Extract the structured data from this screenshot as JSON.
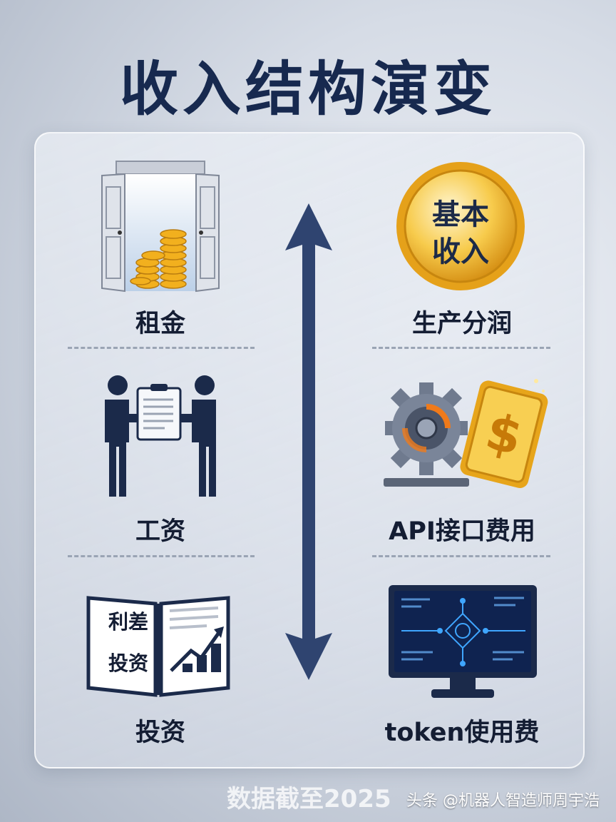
{
  "title": "收入结构演变",
  "left_column": {
    "items": [
      {
        "label": "租金",
        "icon": "door-coins-icon"
      },
      {
        "label": "工资",
        "icon": "handshake-contract-icon"
      },
      {
        "label": "投资",
        "icon": "book-growth-icon",
        "book_text": [
          "利差",
          "投资"
        ]
      }
    ]
  },
  "right_column": {
    "items": [
      {
        "label": "生产分润",
        "icon": "basic-income-coin-icon",
        "coin_text": [
          "基本",
          "收入"
        ]
      },
      {
        "label": "API接口费用",
        "icon": "gear-dollar-icon"
      },
      {
        "label": "token使用费",
        "icon": "monitor-circuit-icon"
      }
    ]
  },
  "footer": {
    "note": "数据截至2025",
    "watermark": "头条 @机器人智造师周宇浩"
  },
  "colors": {
    "title": "#17294f",
    "arrow": "#2f4470",
    "gold": "#f2b01e",
    "navy": "#1b2a4a"
  }
}
